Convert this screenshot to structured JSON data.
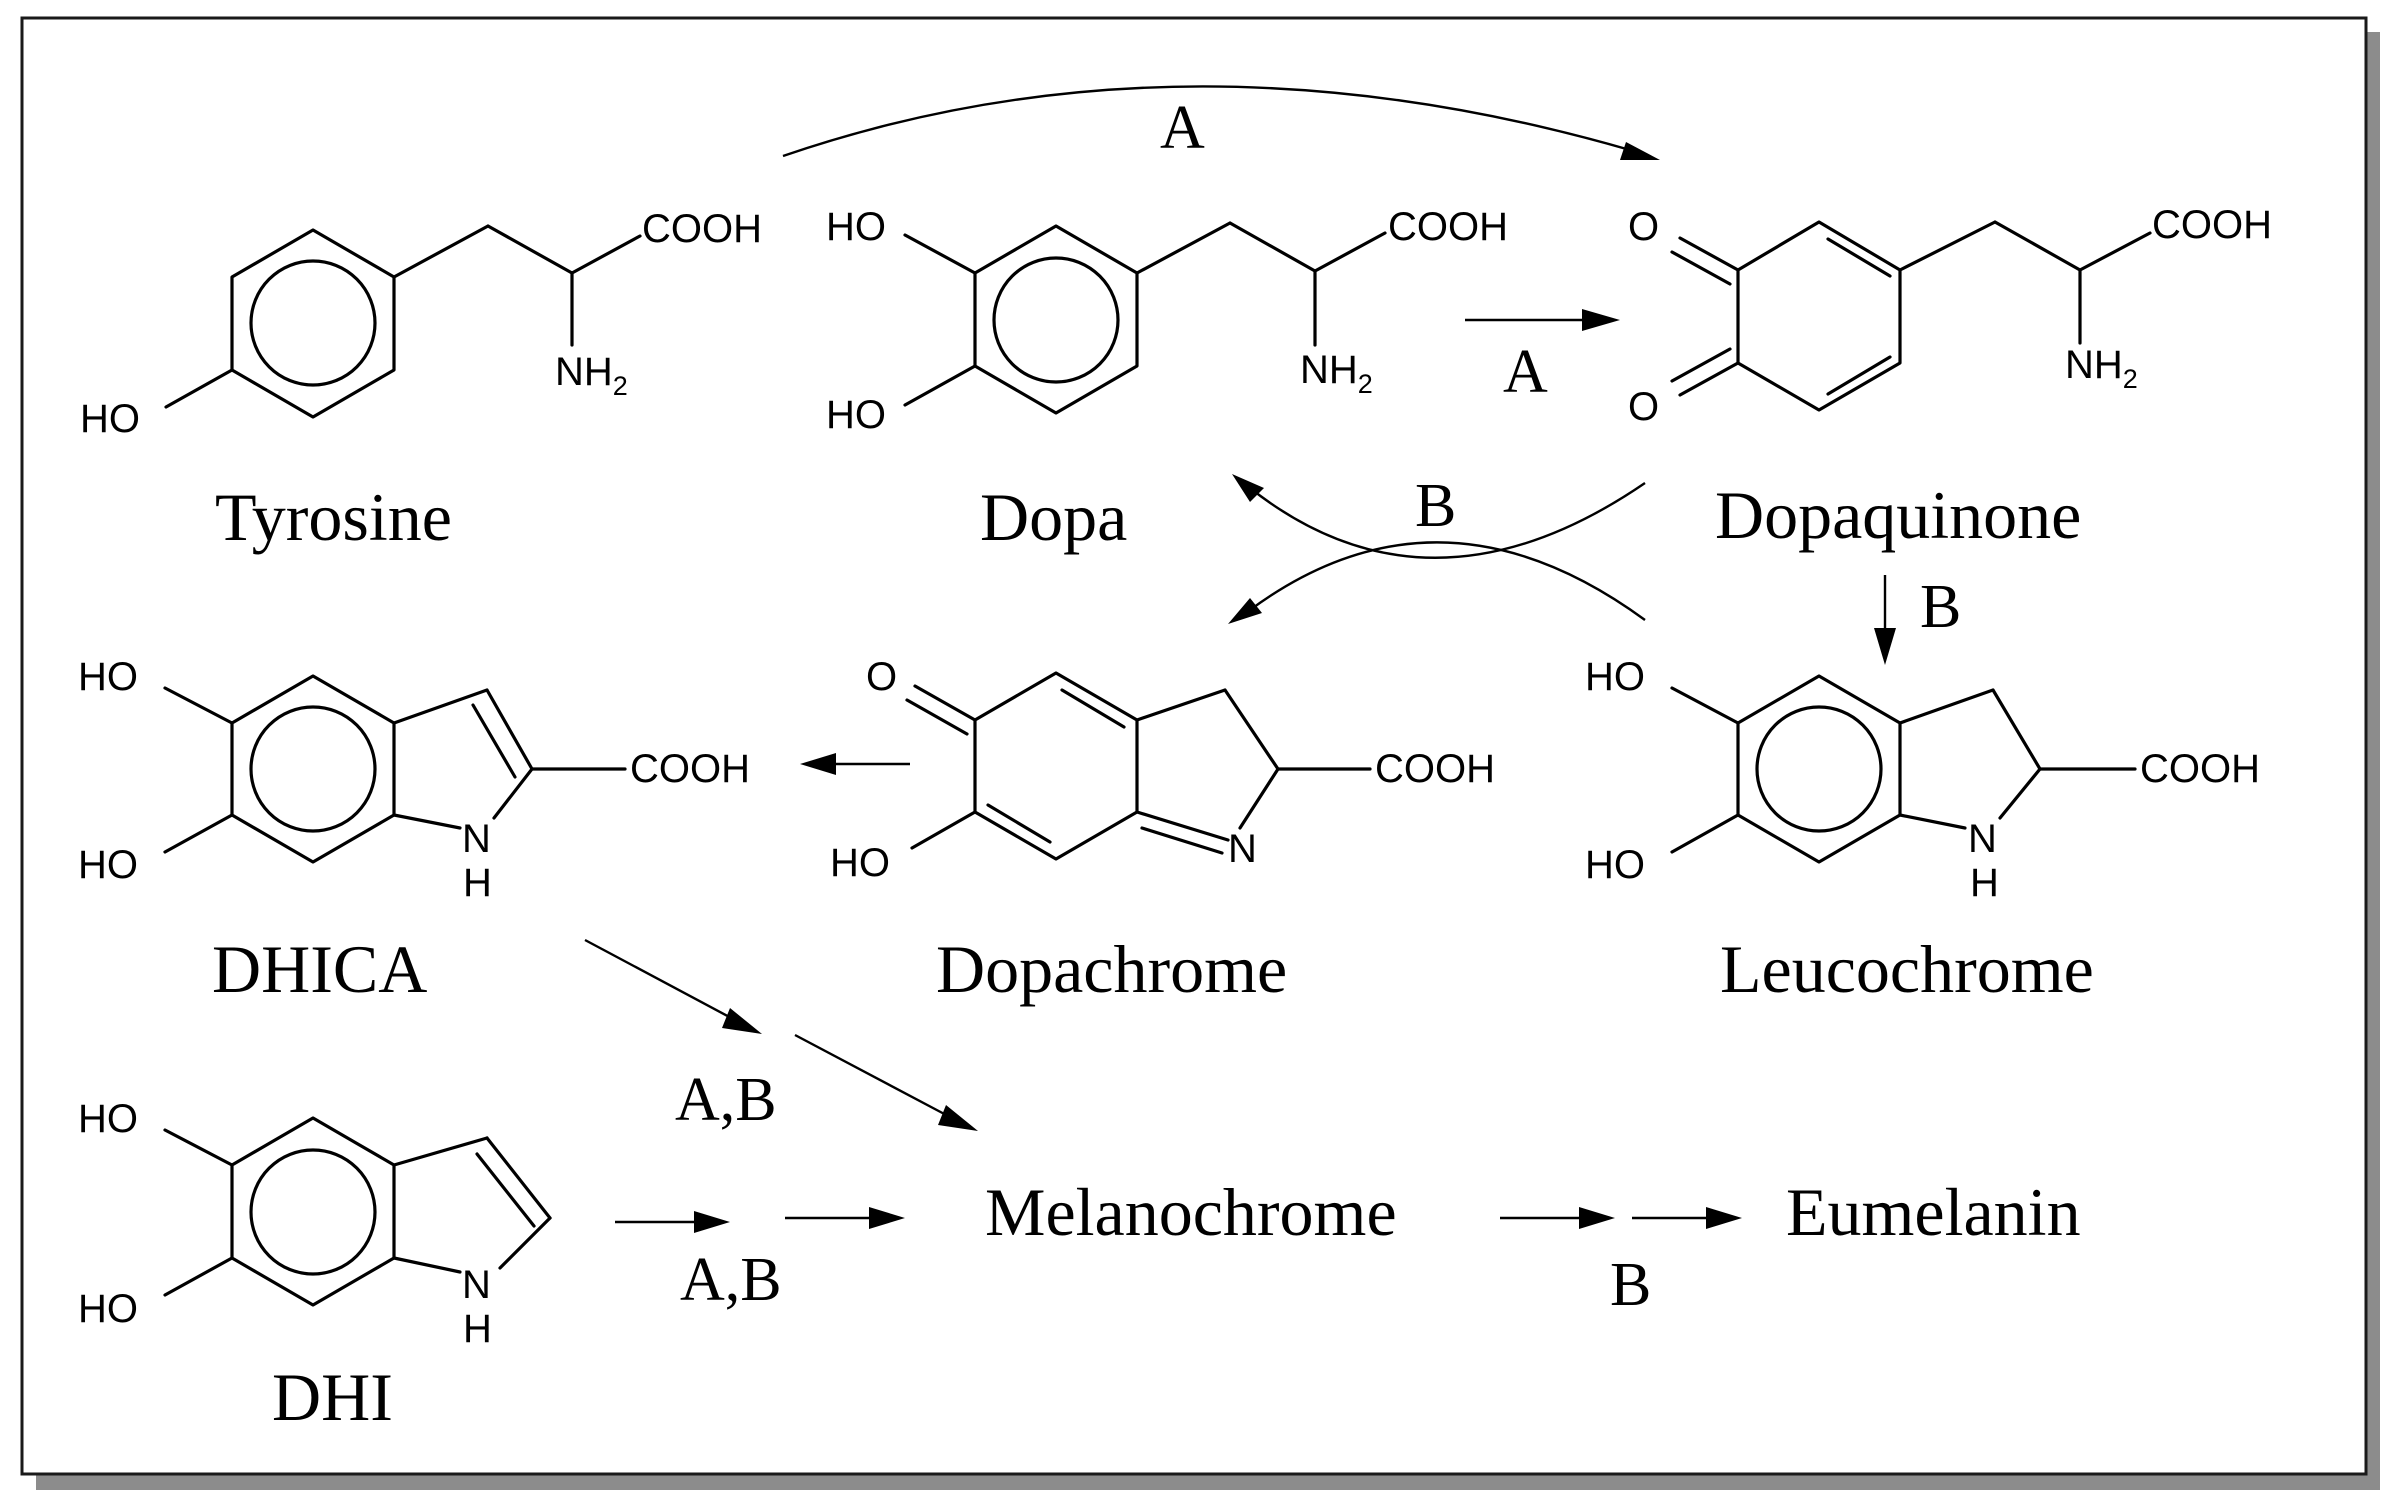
{
  "compounds": {
    "tyrosine": {
      "name": "Tyrosine",
      "ho": "HO",
      "cooh": "COOH",
      "nh": "NH",
      "sub2": "2"
    },
    "dopa": {
      "name": "Dopa",
      "ho1": "HO",
      "ho2": "HO",
      "cooh": "COOH",
      "nh": "NH",
      "sub2": "2"
    },
    "dopaquinone": {
      "name": "Dopaquinone",
      "o1": "O",
      "o2": "O",
      "cooh": "COOH",
      "nh": "NH",
      "sub2": "2"
    },
    "dhica": {
      "name": "DHICA",
      "ho1": "HO",
      "ho2": "HO",
      "cooh": "COOH",
      "nh": "N",
      "h": "H"
    },
    "dopachrome": {
      "name": "Dopachrome",
      "o": "O",
      "ho": "HO",
      "cooh": "COOH",
      "n": "N"
    },
    "leucochrome": {
      "name": "Leucochrome",
      "ho1": "HO",
      "ho2": "HO",
      "cooh": "COOH",
      "nh": "N",
      "h": "H"
    },
    "dhi": {
      "name": "DHI",
      "ho1": "HO",
      "ho2": "HO",
      "nh": "N",
      "h": "H"
    },
    "melanochrome": {
      "name": "Melanochrome"
    },
    "eumelanin": {
      "name": "Eumelanin"
    }
  },
  "reactions": {
    "tyr_to_dopaquinone": "A",
    "dopa_to_dopaquinone": "A",
    "dopaquinone_to_dopa": "B",
    "dopaquinone_to_leucochrome": "B",
    "dhica_to_melanochrome": "A,B",
    "dhi_to_melanochrome": "A,B",
    "melanochrome_to_eumelanin": "B"
  }
}
